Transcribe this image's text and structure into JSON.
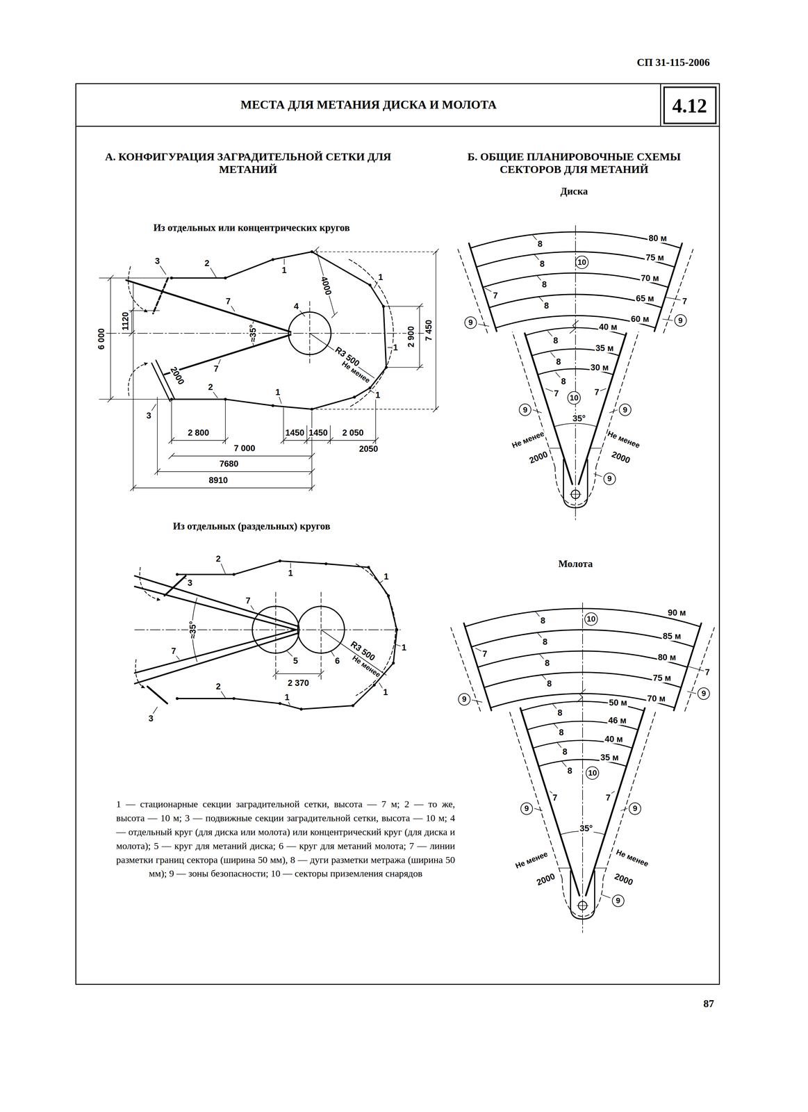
{
  "diagram": {
    "title": "МЕСТА ДЛЯ МЕТАНИЯ ДИСКА И МОЛОТА",
    "nodes": [
      {
        "text": [
          "10"
        ]
      },
      {
        "text": [
          "9"
        ]
      },
      {
        "text": [
          "9"
        ]
      },
      {
        "text": [
          "10"
        ]
      },
      {
        "text": [
          "9"
        ]
      },
      {
        "text": [
          "9"
        ]
      },
      {
        "text": [
          "9"
        ]
      },
      {
        "text": [
          "10"
        ]
      },
      {
        "text": [
          "9"
        ]
      },
      {
        "text": [
          "9"
        ]
      },
      {
        "text": [
          "10"
        ]
      },
      {
        "text": [
          "9"
        ]
      },
      {
        "text": [
          "9"
        ]
      },
      {
        "text": [
          "9"
        ]
      }
    ],
    "labels": [
      "СП 31-115-2006",
      "4.12",
      "А. КОНФИГУРАЦИЯ ЗАГРАДИТЕЛЬНОЙ СЕТКИ ДЛЯ МЕТАНИЙ",
      "Б. ОБЩИЕ ПЛАНИРОВОЧНЫЕ СХЕМЫ СЕКТОРОВ ДЛЯ МЕТАНИЙ",
      "Диска",
      "Из отдельных или концентрических кругов",
      "3",
      "2",
      "1",
      "4000",
      "1",
      "7",
      "4",
      "1120",
      "6 000",
      "≈35°",
      "R3 500",
      "Не менее",
      "2 900",
      "7 450",
      "1",
      "2000",
      "7",
      "2",
      "1",
      "1",
      "3",
      "2 800",
      "1450",
      "1450",
      "2 050",
      "7 000",
      "2050",
      "7680",
      "8910",
      "Из отдельных (раздельных) кругов",
      "2",
      "1",
      "1",
      "3",
      "7",
      "≈35°",
      "7",
      "5",
      "6",
      "R3 500",
      "Не менее",
      "1",
      "2 370",
      "2",
      "1",
      "1",
      "3",
      "1 — стационарные секции заградительной сетки, высота — 7 м; 2 — то же, высота — 10 м; 3 — подвижные секции заградительной сетки, высота — 10 м; 4 — отдельный круг (для диска или молота) или концентрический круг (для диска и молота); 5 — круг для метаний диска; 6 — круг для метаний молота; 7 — линии разметки границ сектора (ширина 50 мм), 8 — дуги разметки метража (ширина 50 мм); 9 — зоны безопасности; 10 — секторы приземления снарядов",
      "Молота",
      "8",
      "80 м",
      "75 м",
      "8",
      "8",
      "70 м",
      "7",
      "65 м",
      "7",
      "8",
      "60 м",
      "40 м",
      "8",
      "35 м",
      "8",
      "30 м",
      "8",
      "7",
      "7",
      "35°",
      "Не менее",
      "2000",
      "Не менее",
      "2000",
      "8",
      "90 м",
      "85 м",
      "8",
      "80 м",
      "7",
      "8",
      "75 м",
      "7",
      "8",
      "70 м",
      "50 м",
      "8",
      "46 м",
      "8",
      "40 м",
      "8",
      "35 м",
      "8",
      "7",
      "7",
      "35°",
      "Не менее",
      "2000",
      "Не менее",
      "2000",
      "87"
    ]
  }
}
